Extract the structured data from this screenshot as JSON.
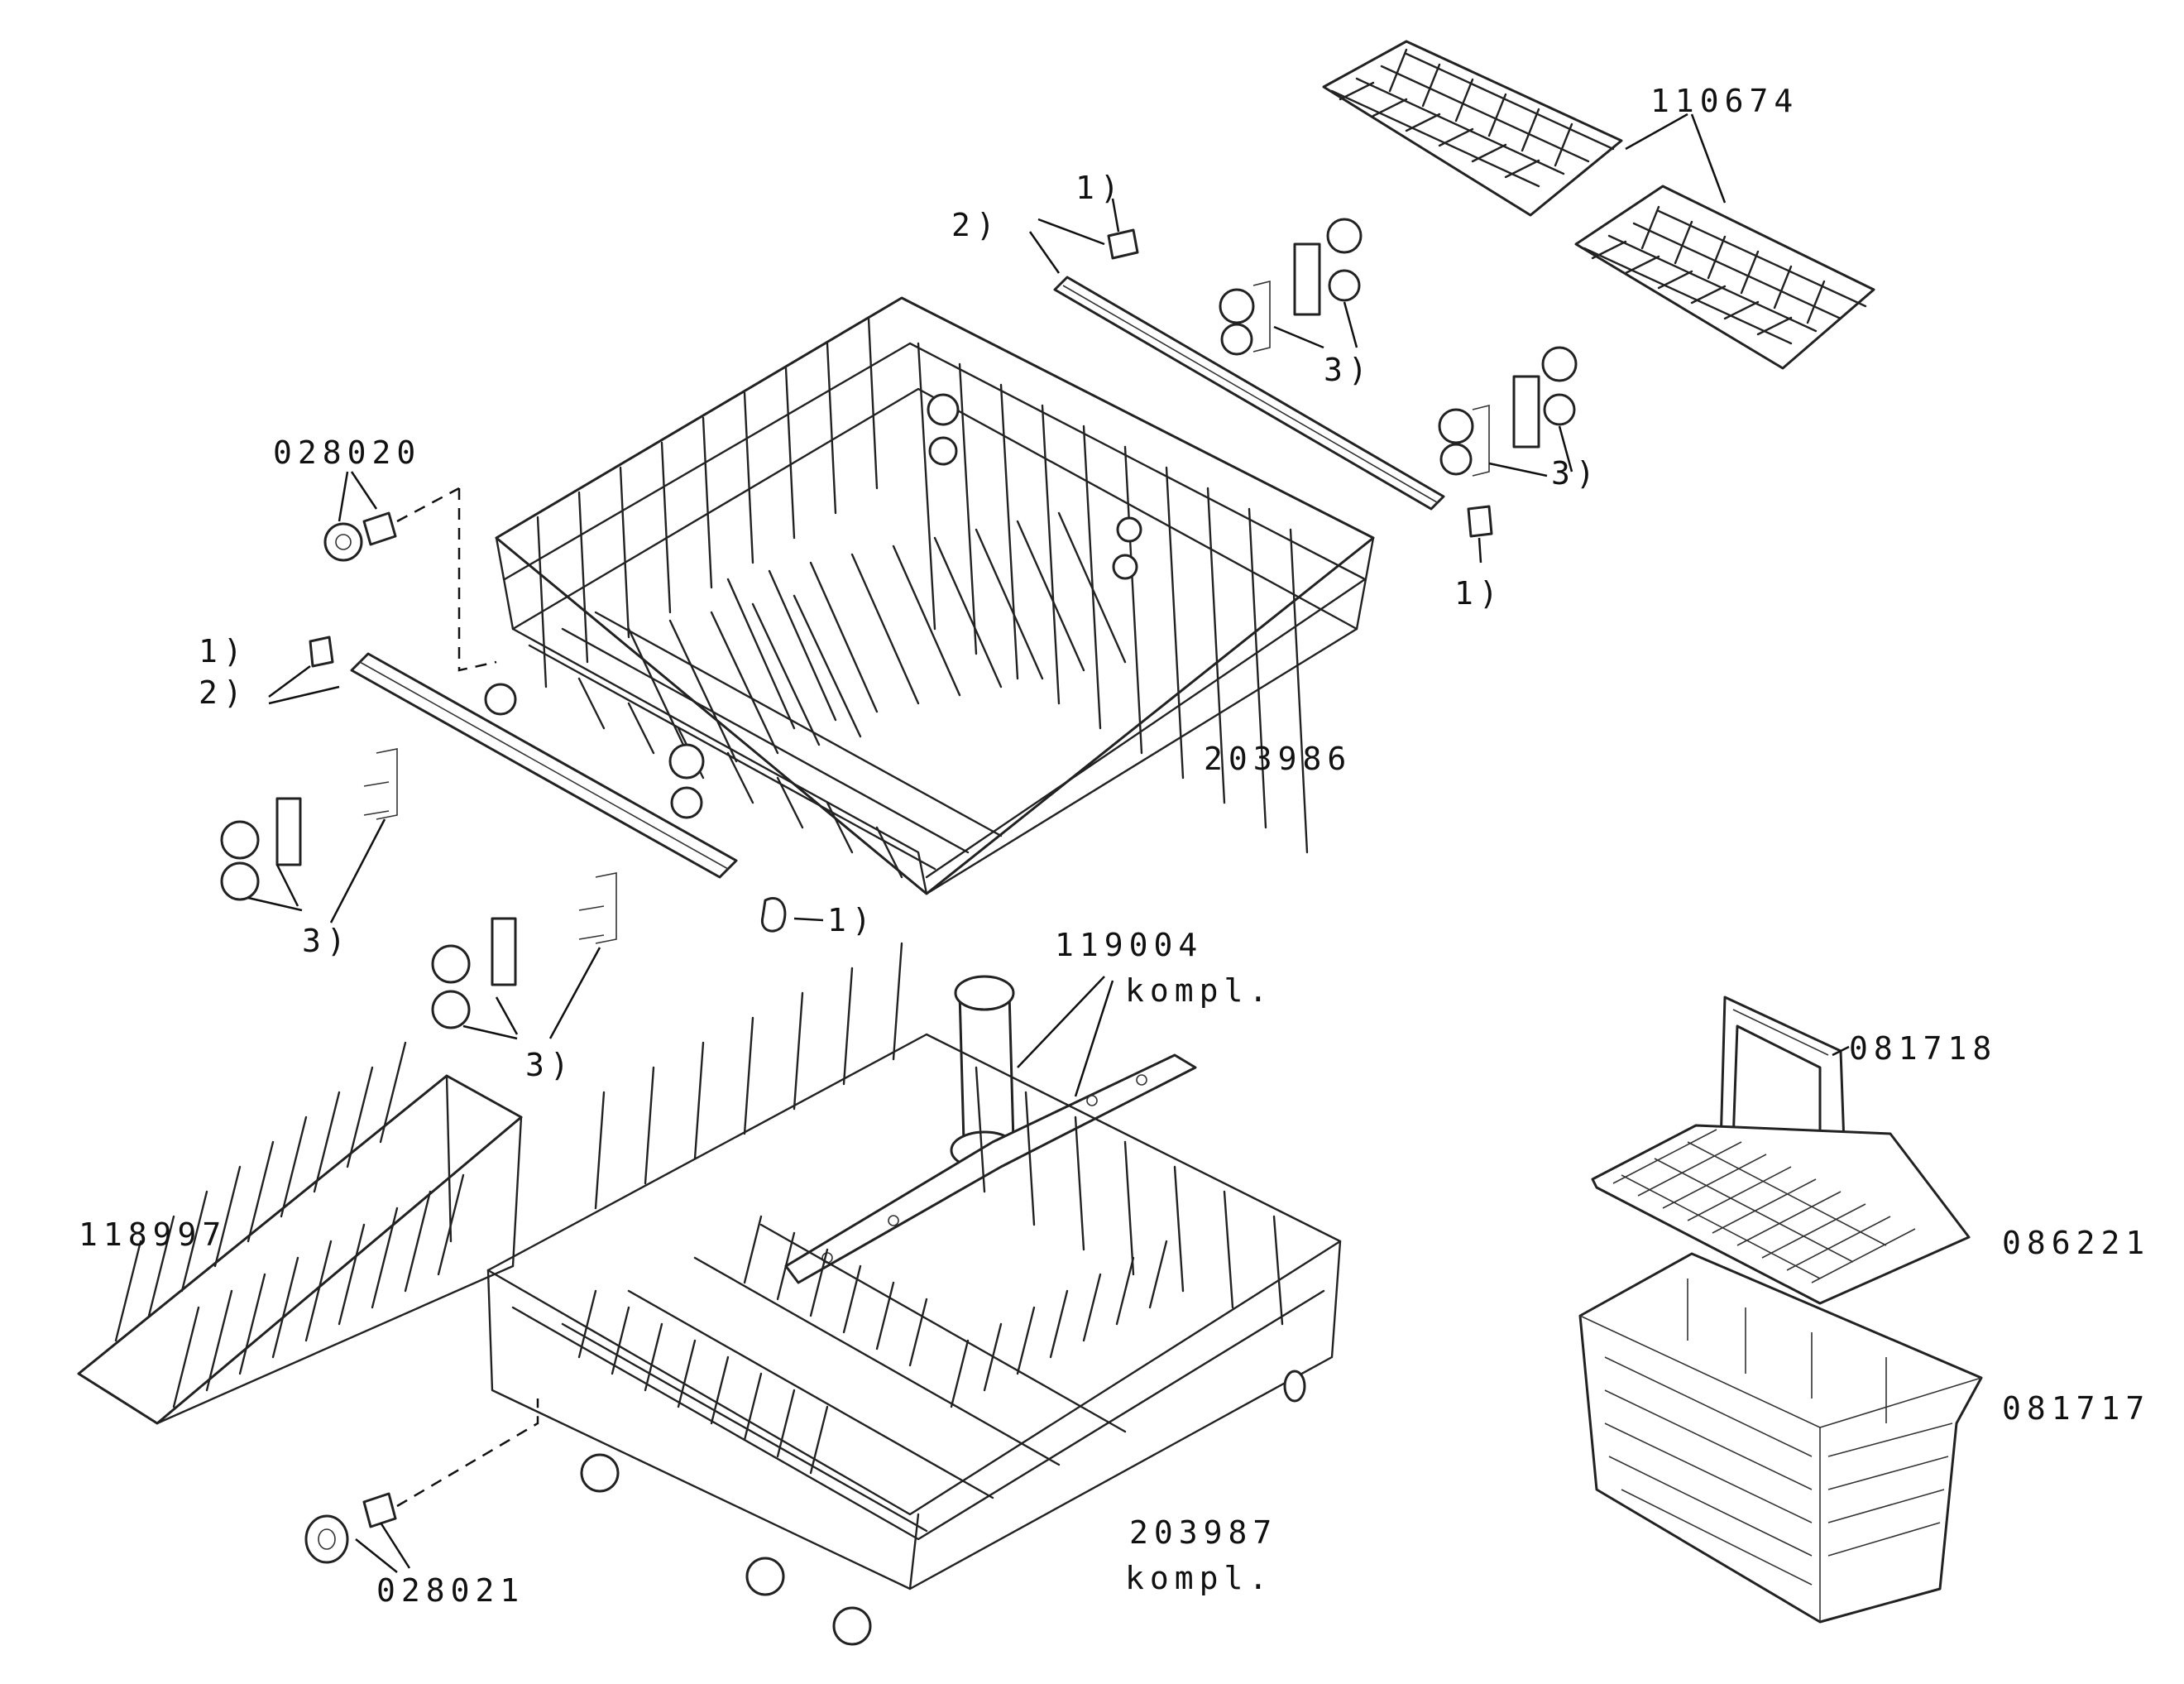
{
  "labels": {
    "p110674": "110674",
    "p028020": "028020",
    "p203986": "203986",
    "p119004": "119004",
    "p119004_sub": "kompl.",
    "p081718": "081718",
    "p086221": "086221",
    "p081717": "081717",
    "p118997": "118997",
    "p203987": "203987",
    "p203987_sub": "kompl.",
    "p028021": "028021",
    "n1": "1)",
    "n2": "2)",
    "n3": "3)"
  }
}
